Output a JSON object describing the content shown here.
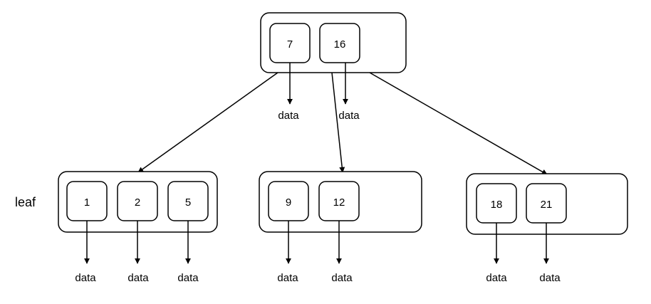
{
  "root": {
    "keys": [
      "7",
      "16"
    ]
  },
  "leaves": [
    {
      "keys": [
        "1",
        "2",
        "5"
      ]
    },
    {
      "keys": [
        "9",
        "12"
      ]
    },
    {
      "keys": [
        "18",
        "21"
      ]
    }
  ],
  "labels": {
    "leaf": "leaf",
    "data": "data"
  },
  "colors": {
    "stroke": "#000000",
    "background": "#ffffff"
  }
}
